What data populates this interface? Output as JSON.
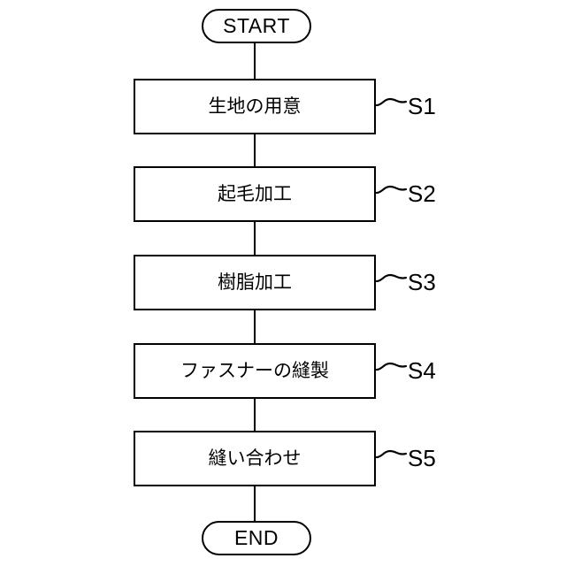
{
  "diagram": {
    "type": "flowchart",
    "orientation": "vertical",
    "background_color": "#ffffff",
    "line_color": "#000000",
    "start_terminator": {
      "label": "START",
      "shape": "rounded-pill"
    },
    "end_terminator": {
      "label": "END",
      "shape": "rounded-pill"
    },
    "steps": [
      {
        "label": "生地の用意",
        "ref": "S1"
      },
      {
        "label": "起毛加工",
        "ref": "S2"
      },
      {
        "label": "樹脂加工",
        "ref": "S3"
      },
      {
        "label": "ファスナーの縫製",
        "ref": "S4"
      },
      {
        "label": "縫い合わせ",
        "ref": "S5"
      }
    ]
  }
}
